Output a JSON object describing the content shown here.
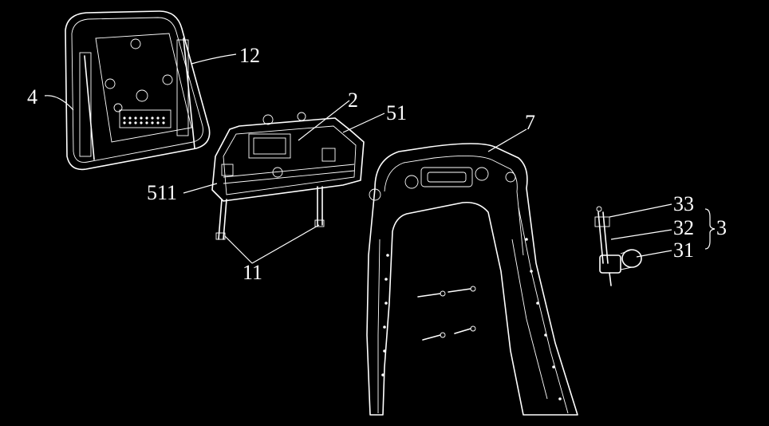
{
  "labels": {
    "l4": "4",
    "l12": "12",
    "l2": "2",
    "l51": "51",
    "l511": "511",
    "l11": "11",
    "l7": "7",
    "l33": "33",
    "l32": "32",
    "l31": "31",
    "l3": "3"
  },
  "colors": {
    "background": "#000000",
    "line": "#ffffff"
  }
}
